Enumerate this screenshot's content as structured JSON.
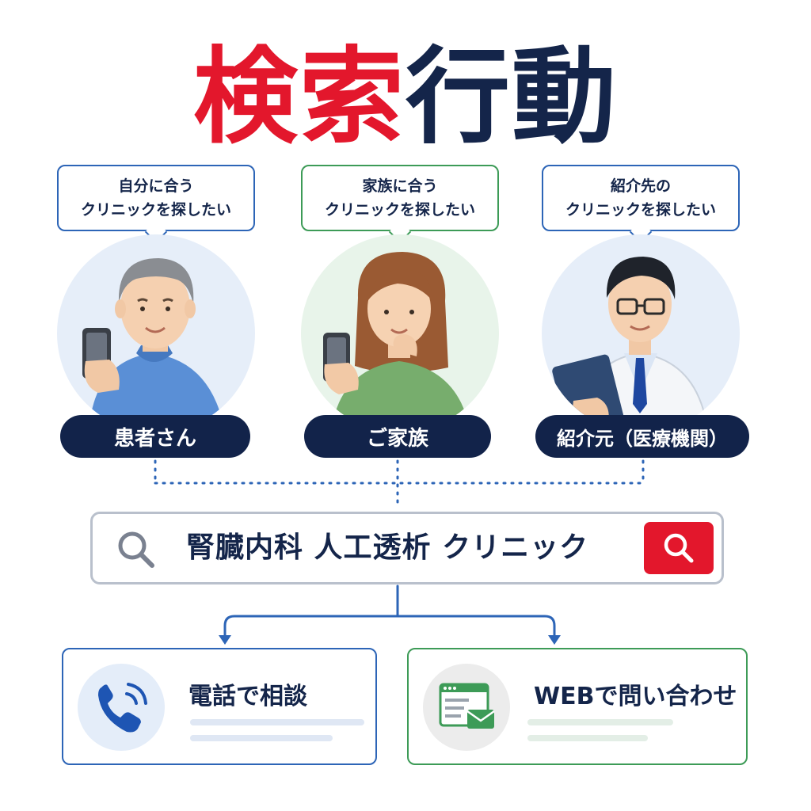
{
  "title": {
    "part1": "検索",
    "part2": "行動",
    "color_red": "#e3172c",
    "color_navy": "#14254a"
  },
  "personas": [
    {
      "bubble_line1": "自分に合う",
      "bubble_line2": "クリニックを探したい",
      "label": "患者さん",
      "accent": "blue"
    },
    {
      "bubble_line1": "家族に合う",
      "bubble_line2": "クリニックを探したい",
      "label": "ご家族",
      "accent": "green"
    },
    {
      "bubble_line1": "紹介先の",
      "bubble_line2": "クリニックを探したい",
      "label": "紹介元（医療機関）",
      "accent": "blue"
    }
  ],
  "search": {
    "query": "腎臓内科 人工透析 クリニック",
    "icon": "search-icon",
    "button_icon": "search-icon"
  },
  "actions": [
    {
      "label": "電話で相談",
      "icon": "phone-icon",
      "accent": "blue"
    },
    {
      "label": "WEBで問い合わせ",
      "icon": "web-mail-icon",
      "accent": "green"
    }
  ],
  "colors": {
    "blue": "#2d65b7",
    "green": "#3d9b57",
    "navy": "#12234a",
    "red": "#e3172c"
  }
}
